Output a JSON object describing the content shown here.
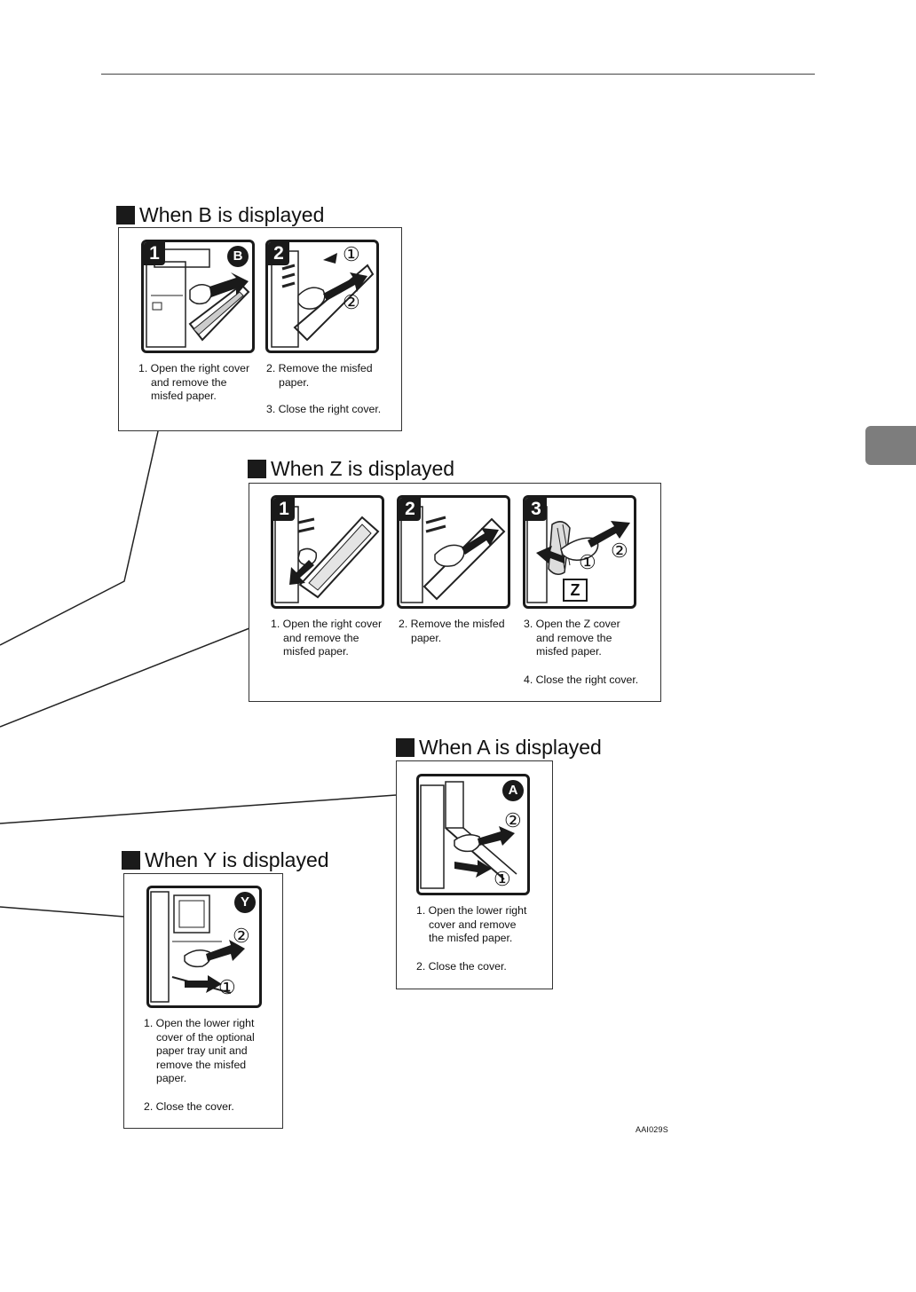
{
  "sections": {
    "b": {
      "heading": "When B is displayed",
      "badge": "B",
      "panels": [
        "1",
        "2"
      ],
      "steps": [
        [
          "1. Open the right cover",
          "and remove the",
          "misfed paper."
        ],
        [
          "2. Remove the misfed",
          "paper."
        ],
        [
          "3. Close the right cover."
        ]
      ]
    },
    "z": {
      "heading": "When Z is displayed",
      "panels": [
        "1",
        "2",
        "3"
      ],
      "label": "Z",
      "steps": [
        [
          "1. Open the right cover",
          "and remove the",
          "misfed paper."
        ],
        [
          "2. Remove the misfed",
          "paper."
        ],
        [
          "3. Open the Z cover",
          "and remove the",
          "misfed paper."
        ],
        [
          "4. Close the right cover."
        ]
      ]
    },
    "a": {
      "heading": "When A is displayed",
      "badge": "A",
      "steps": [
        [
          "1. Open the lower right",
          "cover and remove",
          "the misfed paper."
        ],
        [
          "2. Close the cover."
        ]
      ]
    },
    "y": {
      "heading": "When Y is displayed",
      "badge": "Y",
      "steps": [
        [
          "1. Open the lower right",
          "cover of the optional",
          "paper tray unit and",
          "remove the misfed",
          "paper."
        ],
        [
          "2. Close the cover."
        ]
      ]
    }
  },
  "markers": {
    "one": "①",
    "two": "②"
  },
  "figure_code": "AAI029S"
}
